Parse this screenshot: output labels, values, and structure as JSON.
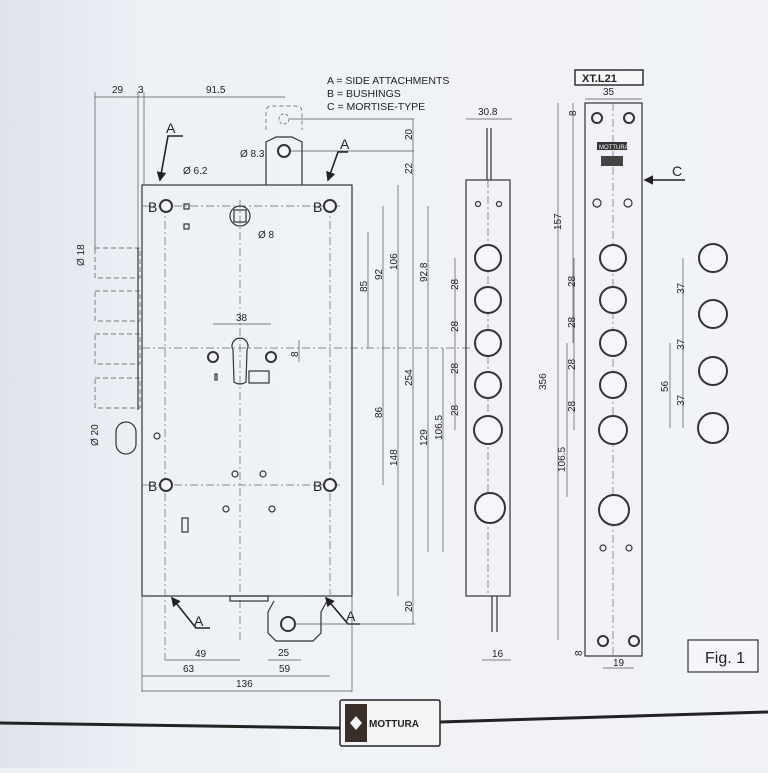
{
  "legend": {
    "a": "A = SIDE ATTACHMENTS",
    "b": "B = BUSHINGS",
    "c": "C = MORTISE-TYPE"
  },
  "markers": {
    "a": "A",
    "b": "B",
    "c": "C"
  },
  "strip_model": "XT.L21",
  "figure_label": "Fig. 1",
  "logo_text": "MOTTURA",
  "dims": {
    "top_29": "29",
    "top_3": "3",
    "top_91_5": "91.5",
    "d8_3": "Ø 8.3",
    "d6_2": "Ø 6.2",
    "d8": "Ø 8",
    "v20_top": "20",
    "v22": "22",
    "v85": "85",
    "v92": "92",
    "v106": "106",
    "v92_8": "92.8",
    "v254": "254",
    "v86": "86",
    "v148": "148",
    "v129": "129",
    "v106_5_side": "106.5",
    "pitch_28": "28",
    "v157": "157",
    "v356": "356",
    "v106_5_strip": "106.5",
    "v8_top": "8",
    "v8_bottom": "8",
    "pitch_37": "37",
    "v56": "56",
    "h38": "38",
    "v8_cyl": "8",
    "d18": "Ø 18",
    "d20": "Ø 20",
    "v20_bottom": "20",
    "h49": "49",
    "h63": "63",
    "h25": "25",
    "h59": "59",
    "h136": "136",
    "h30_8": "30.8",
    "h16": "16",
    "h35": "35",
    "h19": "19"
  }
}
